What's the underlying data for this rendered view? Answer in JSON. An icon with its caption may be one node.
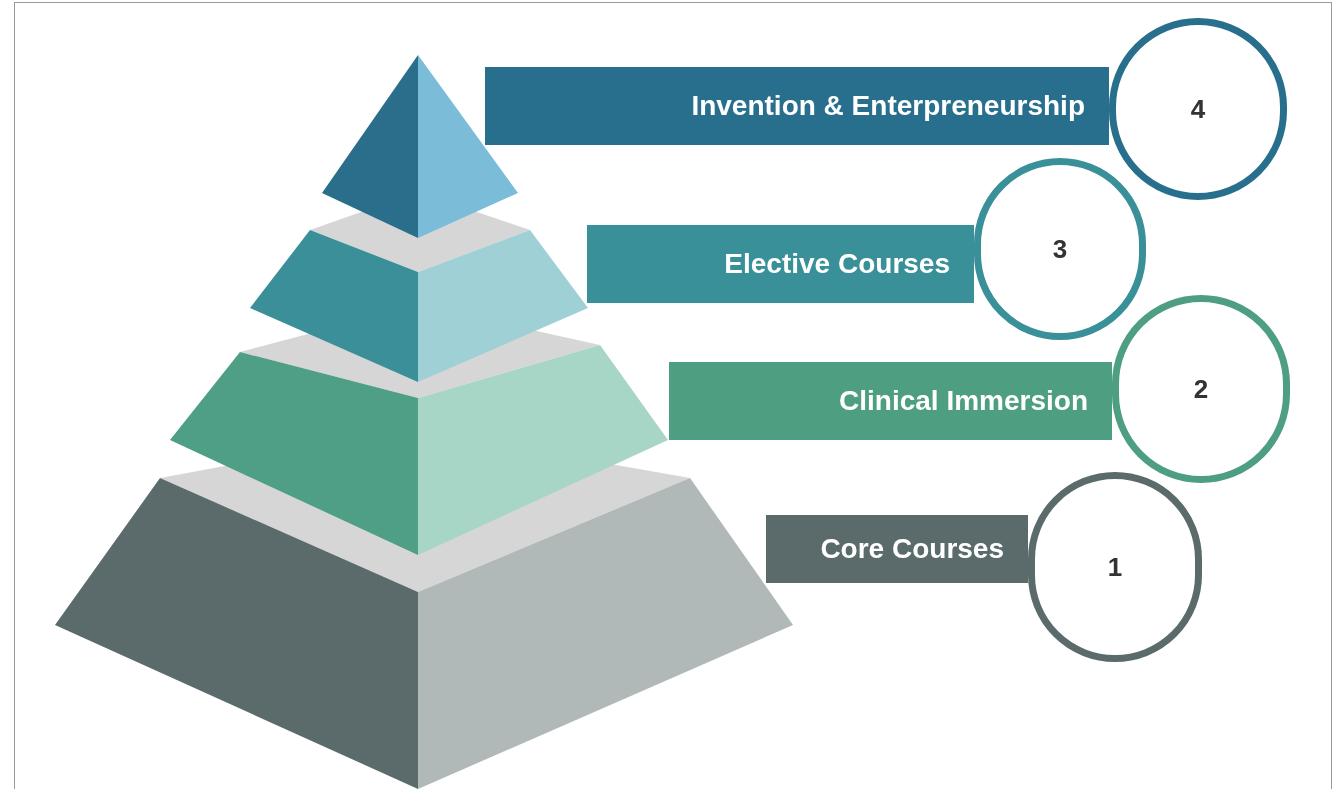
{
  "diagram": {
    "nodes": [
      {
        "text": [
          "Invention & Enterpreneurship"
        ]
      },
      {
        "text": [
          "4"
        ]
      },
      {
        "text": [
          "Elective Courses"
        ]
      },
      {
        "text": [
          "3"
        ]
      },
      {
        "text": [
          "Clinical Immersion"
        ]
      },
      {
        "text": [
          "2"
        ]
      },
      {
        "text": [
          "Core Courses"
        ]
      },
      {
        "text": [
          "1"
        ]
      }
    ],
    "edges": []
  }
}
